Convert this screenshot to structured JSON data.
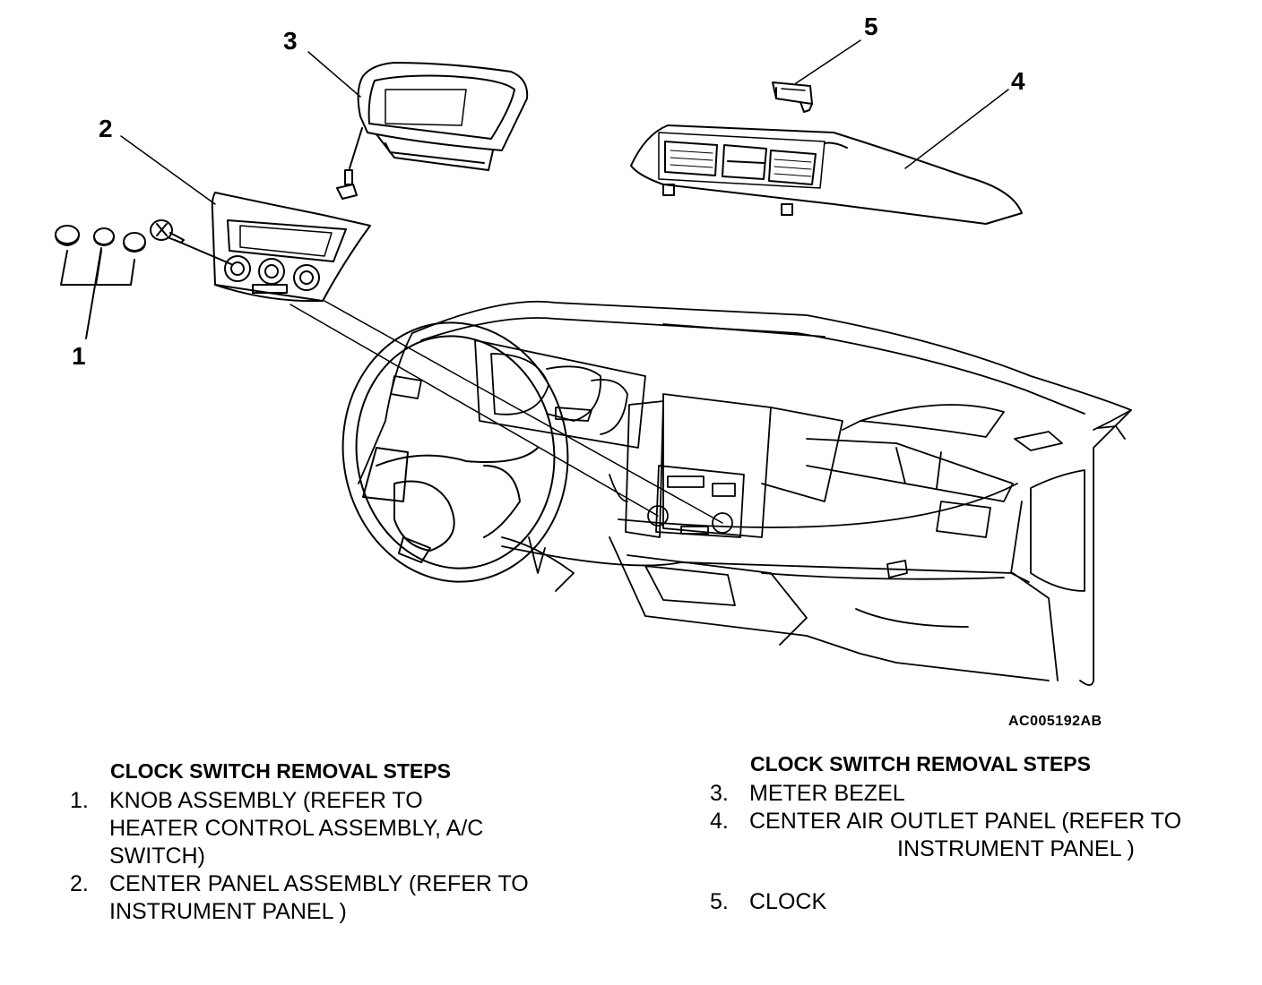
{
  "callouts": {
    "c1": "1",
    "c2": "2",
    "c3": "3",
    "c4": "4",
    "c5": "5"
  },
  "figure_code": "AC005192AB",
  "left_steps": {
    "heading": "CLOCK SWITCH REMOVAL STEPS",
    "items": [
      {
        "num": "1.",
        "lines": [
          "KNOB ASSEMBLY (REFER TO",
          "HEATER CONTROL ASSEMBLY, A/C",
          "SWITCH)"
        ]
      },
      {
        "num": "2.",
        "lines": [
          "CENTER PANEL ASSEMBLY (REFER TO",
          "INSTRUMENT PANEL )"
        ]
      }
    ]
  },
  "right_steps": {
    "heading": "CLOCK SWITCH REMOVAL STEPS",
    "items": [
      {
        "num": "3.",
        "lines": [
          "METER BEZEL"
        ]
      },
      {
        "num": "4.",
        "lines": [
          "CENTER AIR OUTLET PANEL (REFER TO",
          "INSTRUMENT PANEL )"
        ]
      },
      {
        "num": "5.",
        "lines": [
          "CLOCK"
        ]
      }
    ]
  },
  "colors": {
    "ink": "#000000",
    "paper": "#ffffff"
  }
}
